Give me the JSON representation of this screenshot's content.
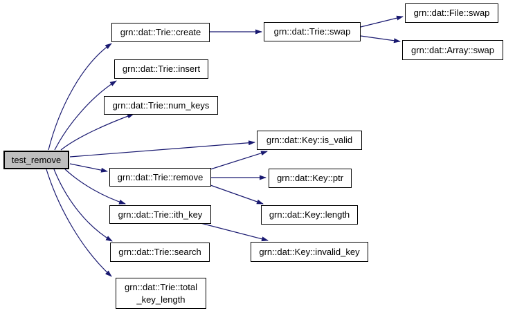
{
  "diagram": {
    "kind": "call-graph",
    "background": "#ffffff"
  },
  "colors": {
    "edge-color": "#191970",
    "node-border": "#000000",
    "node-fill": "#ffffff",
    "root-fill": "#bfbfbf",
    "text-color": "#000000"
  },
  "nodes": [
    {
      "id": "test_remove",
      "label": "test_remove",
      "root": true
    },
    {
      "id": "trie_create",
      "label": "grn::dat::Trie::create"
    },
    {
      "id": "trie_insert",
      "label": "grn::dat::Trie::insert"
    },
    {
      "id": "trie_num_keys",
      "label": "grn::dat::Trie::num_keys"
    },
    {
      "id": "trie_swap",
      "label": "grn::dat::Trie::swap"
    },
    {
      "id": "file_swap",
      "label": "grn::dat::File::swap"
    },
    {
      "id": "array_swap",
      "label": "grn::dat::Array::swap"
    },
    {
      "id": "key_is_valid",
      "label": "grn::dat::Key::is_valid"
    },
    {
      "id": "trie_remove",
      "label": "grn::dat::Trie::remove"
    },
    {
      "id": "key_ptr",
      "label": "grn::dat::Key::ptr"
    },
    {
      "id": "key_length",
      "label": "grn::dat::Key::length"
    },
    {
      "id": "trie_ith_key",
      "label": "grn::dat::Trie::ith_key"
    },
    {
      "id": "key_invalid_key",
      "label": "grn::dat::Key::invalid_key"
    },
    {
      "id": "trie_search",
      "label": "grn::dat::Trie::search"
    },
    {
      "id": "trie_total_key_length",
      "label": "grn::dat::Trie::total\n_key_length"
    }
  ],
  "edges": [
    {
      "from": "test_remove",
      "to": "trie_create"
    },
    {
      "from": "test_remove",
      "to": "trie_insert"
    },
    {
      "from": "test_remove",
      "to": "trie_num_keys"
    },
    {
      "from": "test_remove",
      "to": "key_is_valid"
    },
    {
      "from": "test_remove",
      "to": "trie_remove"
    },
    {
      "from": "test_remove",
      "to": "trie_ith_key"
    },
    {
      "from": "test_remove",
      "to": "trie_search"
    },
    {
      "from": "test_remove",
      "to": "trie_total_key_length"
    },
    {
      "from": "trie_create",
      "to": "trie_swap"
    },
    {
      "from": "trie_swap",
      "to": "file_swap"
    },
    {
      "from": "trie_swap",
      "to": "array_swap"
    },
    {
      "from": "trie_remove",
      "to": "key_is_valid"
    },
    {
      "from": "trie_remove",
      "to": "key_ptr"
    },
    {
      "from": "trie_remove",
      "to": "key_length"
    },
    {
      "from": "trie_ith_key",
      "to": "key_invalid_key"
    }
  ]
}
